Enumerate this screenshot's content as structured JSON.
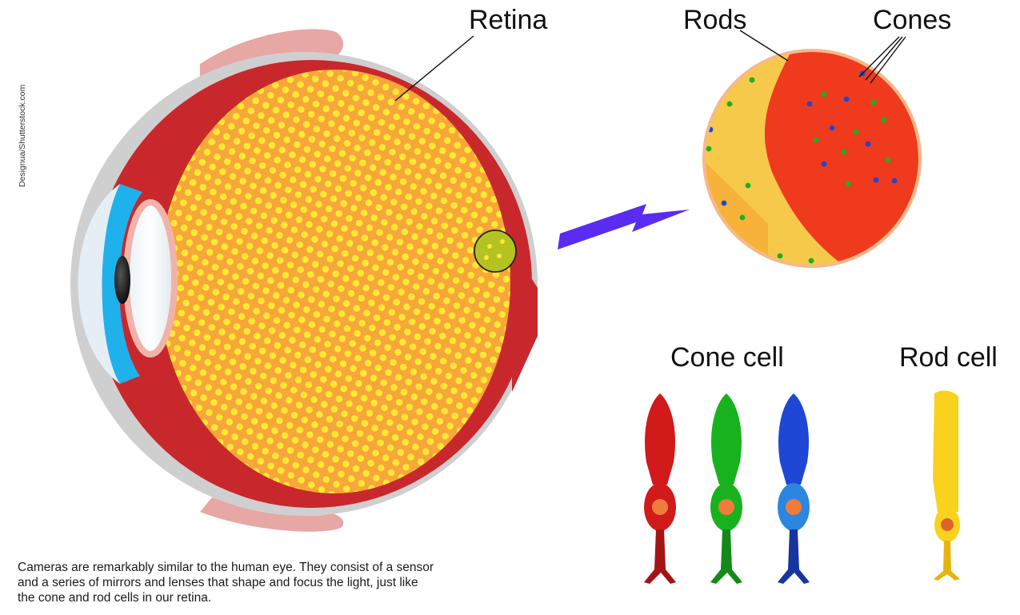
{
  "credit": "Designua/Shutterstock.com",
  "labels": {
    "retina": "Retina",
    "rods": "Rods",
    "cones": "Cones",
    "cone_cell": "Cone cell",
    "rod_cell": "Rod cell"
  },
  "caption": "Cameras are remarkably similar to the human eye. They consist of a sensor\nand a series of mirrors and lenses that shape and focus the light, just like\nthe cone and rod cells in our retina.",
  "colors": {
    "retina_base": "#f7a63a",
    "retina_dot": "#ffe933",
    "sclera": "#c8282c",
    "cornea": "#1fb1ec",
    "arrow": "#5a2cf2",
    "rod_yellow": "#f8d21c",
    "cone_red": "#e01b1b",
    "cone_green": "#17b21f",
    "cone_blue": "#1e47d6"
  }
}
